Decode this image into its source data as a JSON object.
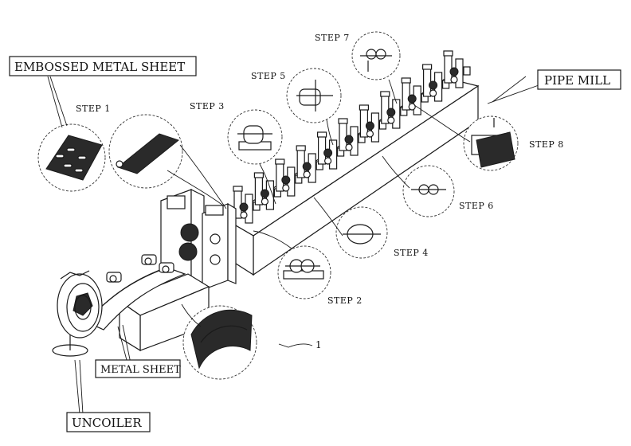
{
  "labels": {
    "embossed_metal_sheet": "EMBOSSED METAL SHEET",
    "pipe_mill": "PIPE MILL",
    "metal_sheet": "METAL SHEET",
    "uncoiler": "UNCOILER",
    "reference_numeral": "1"
  },
  "steps": [
    {
      "id": "step-1",
      "label": "STEP 1"
    },
    {
      "id": "step-2",
      "label": "STEP 2"
    },
    {
      "id": "step-3",
      "label": "STEP 3"
    },
    {
      "id": "step-4",
      "label": "STEP 4"
    },
    {
      "id": "step-5",
      "label": "STEP 5"
    },
    {
      "id": "step-6",
      "label": "STEP 6"
    },
    {
      "id": "step-7",
      "label": "STEP 7"
    },
    {
      "id": "step-8",
      "label": "STEP 8"
    }
  ]
}
